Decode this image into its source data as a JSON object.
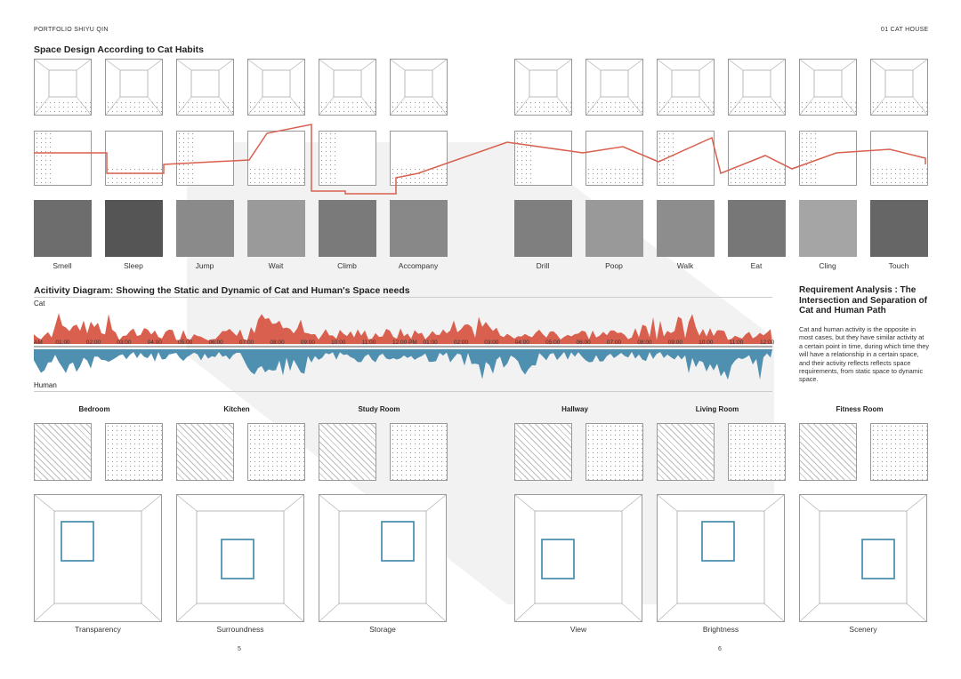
{
  "header": {
    "left": "PORTFOLIO SHIYU QIN",
    "right": "01 CAT HOUSE"
  },
  "habits": {
    "title": "Space Design According to Cat Habits",
    "left_labels": [
      "Smell",
      "Sleep",
      "Jump",
      "Wait",
      "Climb",
      "Accompany"
    ],
    "right_labels": [
      "Drill",
      "Poop",
      "Walk",
      "Eat",
      "Cling",
      "Touch"
    ]
  },
  "activity": {
    "title": "Acitivity Diagram: Showing the Static and Dynamic of Cat and Human's Space needs",
    "cat_label": "Cat",
    "human_label": "Human",
    "ticks": [
      "AM",
      "01:00",
      "02:00",
      "03:00",
      "04:00",
      "05:00",
      "06:00",
      "07:00",
      "08:00",
      "09:00",
      "10:00",
      "11:00",
      "12:00 PM",
      "01:00",
      "02:00",
      "03:00",
      "04:00",
      "05:00",
      "06:00",
      "07:00",
      "08:00",
      "09:00",
      "10:00",
      "11:00",
      "12:00"
    ],
    "cat_color": "#d9604f",
    "human_color": "#4f8fb0"
  },
  "requirement": {
    "title": "Requirement Analysis : The Intersection and Separation of Cat and Human Path",
    "body": "Cat and human activity is the opposite in most cases, but they have similar activity at a certain point in time, during which time they will have a relationship in a certain space, and their activity reflects reflects space requirements, from static space to dynamic space."
  },
  "rooms": {
    "titles": [
      "Bedroom",
      "Kitchen",
      "Study Room",
      "Hallway",
      "Living Room",
      "Fitness Room"
    ],
    "qualities": [
      "Transparency",
      "Surroundness",
      "Storage",
      "View",
      "Brightness",
      "Scenery"
    ]
  },
  "pages": {
    "left": "5",
    "right": "6"
  },
  "colors": {
    "path_red": "#d9604f",
    "path_blue": "#3a86a8"
  }
}
